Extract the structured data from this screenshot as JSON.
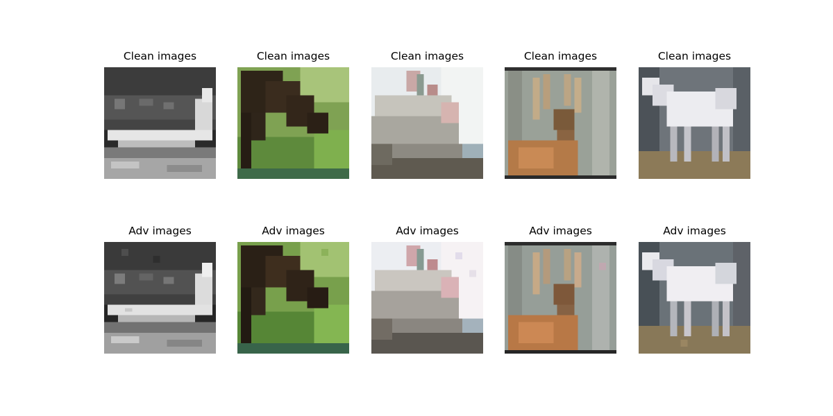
{
  "rows": [
    {
      "title": "Clean images",
      "images": [
        {
          "subject": "airplane, grayscale"
        },
        {
          "subject": "horse grazing on grass"
        },
        {
          "subject": "ship on shore"
        },
        {
          "subject": "deer with antlers"
        },
        {
          "subject": "white horse"
        }
      ]
    },
    {
      "title": "Adv images",
      "images": [
        {
          "subject": "airplane, grayscale (perturbed)"
        },
        {
          "subject": "horse grazing on grass (perturbed)"
        },
        {
          "subject": "ship on shore (perturbed)"
        },
        {
          "subject": "deer with antlers (perturbed)"
        },
        {
          "subject": "white horse (perturbed)"
        }
      ]
    }
  ],
  "colors": {
    "background": "#ffffff",
    "text": "#000000"
  }
}
